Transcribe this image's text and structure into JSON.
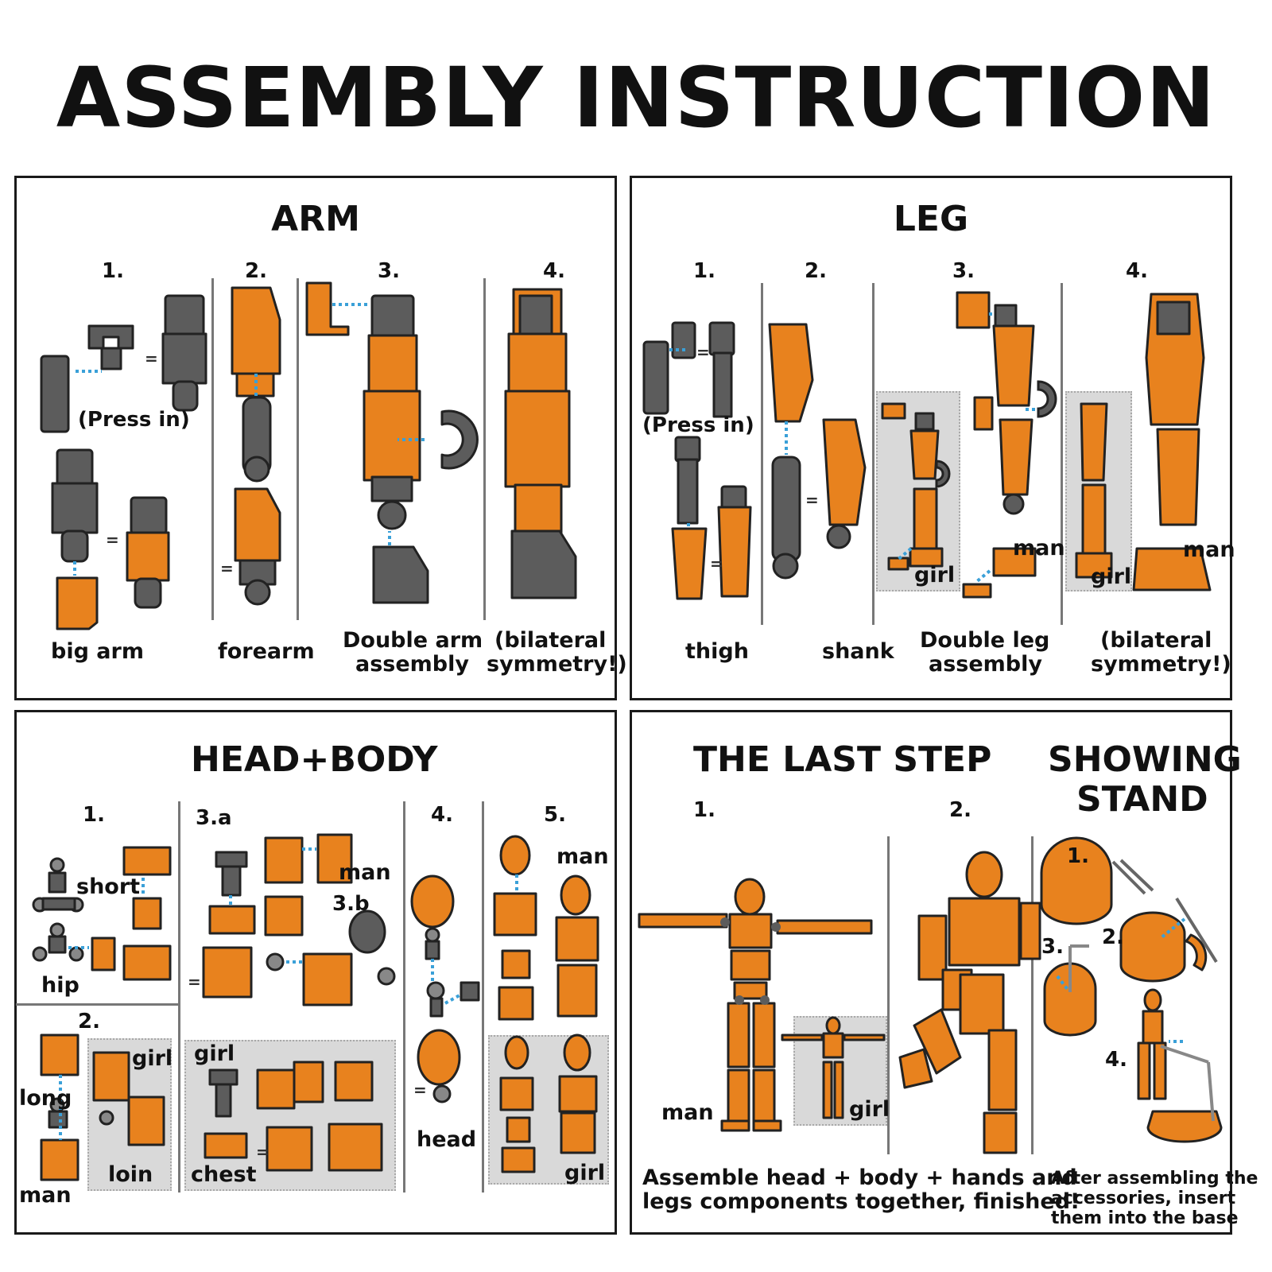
{
  "title": "ASSEMBLY INSTRUCTION",
  "colors": {
    "orange": "#E8821E",
    "gray": "#5c5c5c",
    "arrow": "#3aa0d8",
    "box": "#d9d9d9"
  },
  "arm": {
    "title": "ARM",
    "steps": [
      "1.",
      "2.",
      "3.",
      "4."
    ],
    "press_in": "(Press in)",
    "labels": [
      "big arm",
      "forearm",
      "Double arm",
      "assembly",
      "(bilateral",
      "symmetry!)"
    ]
  },
  "leg": {
    "title": "LEG",
    "steps": [
      "1.",
      "2.",
      "3.",
      "4."
    ],
    "press_in": "(Press in)",
    "labels": [
      "thigh",
      "shank",
      "Double leg",
      "assembly",
      "(bilateral",
      "symmetry!)"
    ],
    "tags": [
      "girl",
      "man",
      "girl",
      "man"
    ]
  },
  "headbody": {
    "title": "HEAD+BODY",
    "steps": [
      "1.",
      "3.a",
      "3.b",
      "4.",
      "5.",
      "2."
    ],
    "labels": [
      "short",
      "hip",
      "long",
      "man",
      "girl",
      "loin",
      "man",
      "girl",
      "chest",
      "head",
      "man",
      "girl"
    ]
  },
  "last": {
    "title": "THE LAST STEP",
    "steps": [
      "1.",
      "2."
    ],
    "labels": [
      "man",
      "girl"
    ],
    "caption": [
      "Assemble head + body + hands and",
      "legs components together, finished!"
    ]
  },
  "stand": {
    "title": [
      "SHOWING",
      "STAND"
    ],
    "steps": [
      "1.",
      "2.",
      "3.",
      "4."
    ],
    "caption": [
      "After assembling the",
      "accessories, insert",
      "them into the base"
    ]
  }
}
